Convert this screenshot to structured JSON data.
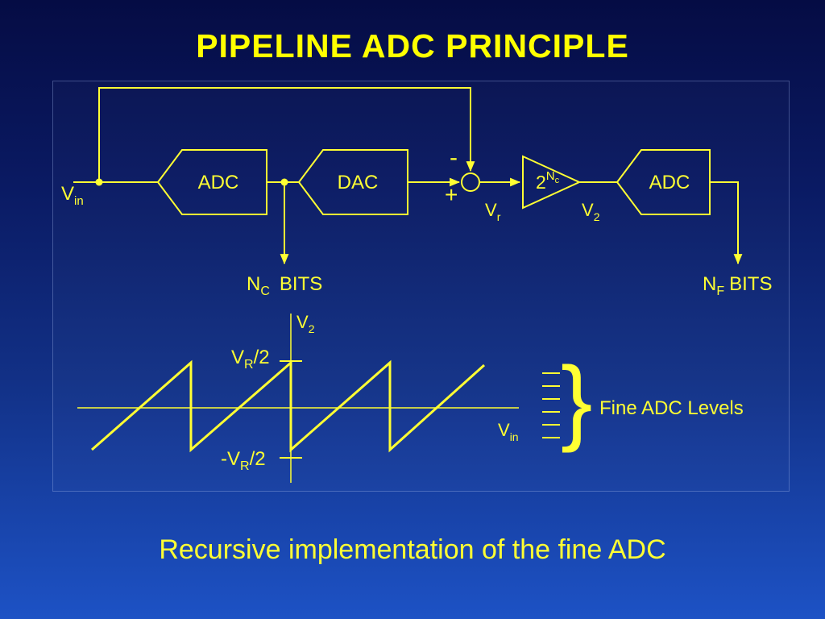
{
  "slide": {
    "title": "PIPELINE ADC PRINCIPLE",
    "caption": "Recursive implementation of the fine ADC"
  },
  "colors": {
    "accent_yellow": "#FFFF33",
    "title_yellow": "#FFFF00",
    "bg_top": "#050c44",
    "bg_bottom": "#1d52c5"
  },
  "diagram": {
    "vin": {
      "base": "V",
      "sub": "in"
    },
    "adc1_label": "ADC",
    "dac_label": "DAC",
    "adc2_label": "ADC",
    "minus": "-",
    "plus": "+",
    "gain": {
      "base": "2",
      "exp": "N",
      "exp_sub": "c"
    },
    "vr": {
      "base": "V",
      "sub": "r"
    },
    "v2": {
      "base": "V",
      "sub": "2"
    },
    "nc_bits": {
      "base": "N",
      "sub": "C",
      "rest": "BITS"
    },
    "nf_bits": {
      "base": "N",
      "sub": "F",
      "rest": "BITS"
    }
  },
  "plot": {
    "y_axis": {
      "base": "V",
      "sub": "2"
    },
    "x_axis": {
      "base": "V",
      "sub": "in"
    },
    "upper_level": {
      "base": "V",
      "sub": "R",
      "rest": "/2"
    },
    "lower_level": {
      "base": "-V",
      "sub": "R",
      "rest": "/2"
    },
    "brace": "}",
    "fine_levels": "Fine ADC Levels"
  }
}
